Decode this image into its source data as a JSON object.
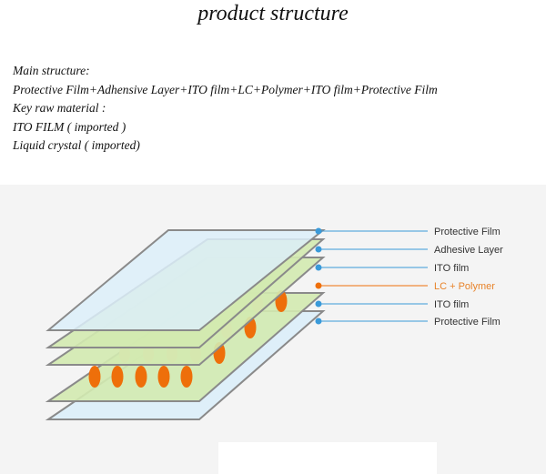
{
  "page": {
    "title": "product structure"
  },
  "description": {
    "lines": [
      "Main structure:",
      "Protective Film+Adhensive Layer+ITO film+LC+Polymer+ITO film+Protective Film",
      "Key raw material :",
      "ITO FILM  ( imported )",
      "Liquid crystal ( imported)"
    ]
  },
  "diagram": {
    "labels": [
      {
        "text": "Protective Film",
        "color": "#333333"
      },
      {
        "text": "Adhesive Layer",
        "color": "#333333"
      },
      {
        "text": "ITO film",
        "color": "#333333"
      },
      {
        "text": "LC + Polymer",
        "color": "#e8832a"
      },
      {
        "text": "ITO film",
        "color": "#333333"
      },
      {
        "text": "Protective Film",
        "color": "#333333"
      }
    ],
    "colors": {
      "protective_fill": "#dceef9",
      "green_fill": "#d3eab0",
      "layer_edge": "#8a8a8a",
      "blue_line": "#3a9ad9",
      "orange": "#ee6f0a",
      "orange_faded": "#f2c9a0",
      "panel_bg": "#f4f4f4"
    }
  }
}
